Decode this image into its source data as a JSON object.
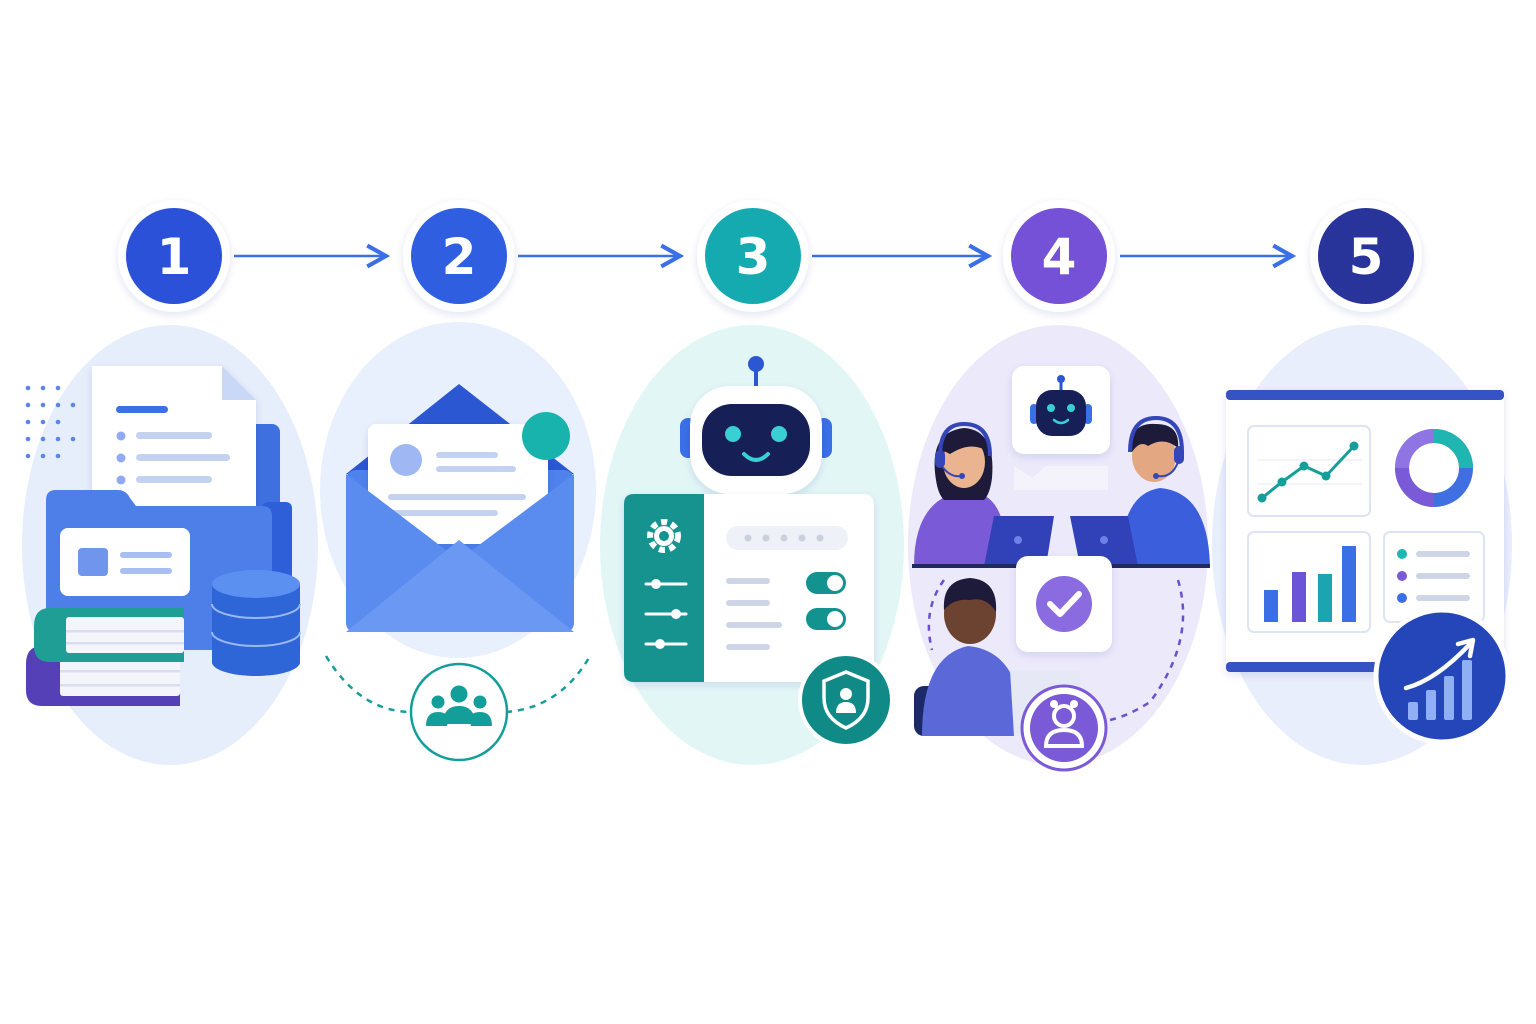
{
  "steps": [
    {
      "number": "1",
      "color": "#2a51d8",
      "illustration": "documents-folder-books-database"
    },
    {
      "number": "2",
      "color": "#2f5ee0",
      "illustration": "email-envelope-audience"
    },
    {
      "number": "3",
      "color": "#14aab0",
      "illustration": "ai-chatbot-settings-security"
    },
    {
      "number": "4",
      "color": "#7451d6",
      "illustration": "human-agents-approval"
    },
    {
      "number": "5",
      "color": "#28349a",
      "illustration": "analytics-dashboard-growth"
    }
  ],
  "colors": {
    "blue": "#3b6fe6",
    "light_blue": "#dde9fb",
    "teal": "#139e9a",
    "purple": "#7a5ad6",
    "navy": "#1e2f8c",
    "bg_blue": "#e6eefc",
    "bg_teal": "#e2f6f6",
    "bg_purple": "#ece9fb"
  }
}
